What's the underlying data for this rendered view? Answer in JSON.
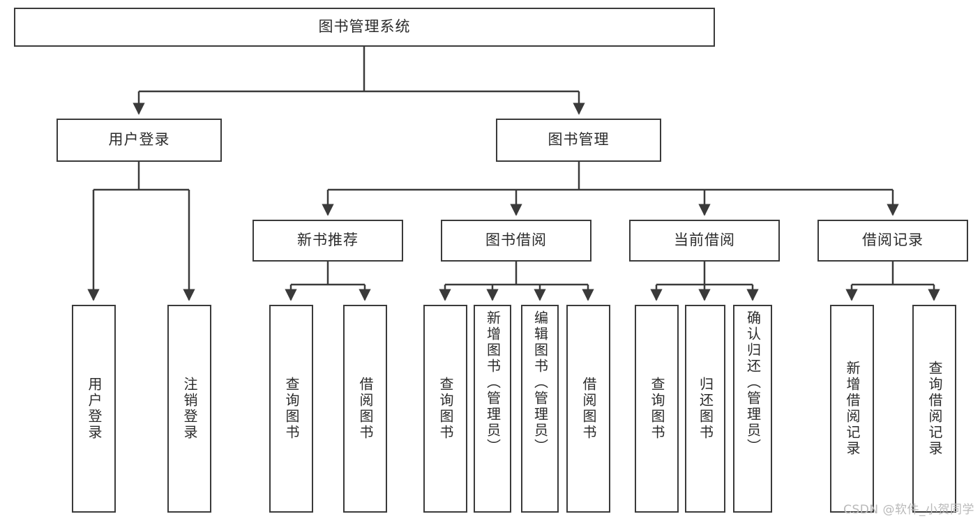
{
  "diagram": {
    "type": "hierarchy-tree",
    "title": "图书管理系统",
    "root": {
      "id": "root",
      "label": "图书管理系统"
    },
    "level2": [
      {
        "id": "user-login",
        "label": "用户登录"
      },
      {
        "id": "book-manage",
        "label": "图书管理"
      }
    ],
    "level3": [
      {
        "id": "new-book-recommend",
        "label": "新书推荐",
        "parent": "book-manage"
      },
      {
        "id": "book-borrow",
        "label": "图书借阅",
        "parent": "book-manage"
      },
      {
        "id": "current-borrow",
        "label": "当前借阅",
        "parent": "book-manage"
      },
      {
        "id": "borrow-record",
        "label": "借阅记录",
        "parent": "book-manage"
      }
    ],
    "leaves": {
      "user_login": [
        {
          "id": "leaf-user-login",
          "label": "用户登录"
        },
        {
          "id": "leaf-logout",
          "label": "注销登录"
        }
      ],
      "new_book_recommend": [
        {
          "id": "leaf-query-book-1",
          "label": "查询图书"
        },
        {
          "id": "leaf-borrow-book-1",
          "label": "借阅图书"
        }
      ],
      "book_borrow": [
        {
          "id": "leaf-query-book-2",
          "label": "查询图书"
        },
        {
          "id": "leaf-add-book",
          "label": "新增图书（管理员）"
        },
        {
          "id": "leaf-edit-book",
          "label": "编辑图书（管理员）"
        },
        {
          "id": "leaf-borrow-book-2",
          "label": "借阅图书"
        }
      ],
      "current_borrow": [
        {
          "id": "leaf-query-book-3",
          "label": "查询图书"
        },
        {
          "id": "leaf-return-book",
          "label": "归还图书"
        },
        {
          "id": "leaf-confirm-return",
          "label": "确认归还（管理员）"
        }
      ],
      "borrow_record": [
        {
          "id": "leaf-add-record",
          "label": "新增借阅记录"
        },
        {
          "id": "leaf-query-record",
          "label": "查询借阅记录"
        }
      ]
    },
    "colors": {
      "stroke": "#3a3a3a",
      "fill": "#ffffff",
      "text": "#2b2b2b",
      "watermark": "#b9b9b9"
    }
  },
  "watermark": {
    "text": "CSDN @软件_小贺同学"
  }
}
